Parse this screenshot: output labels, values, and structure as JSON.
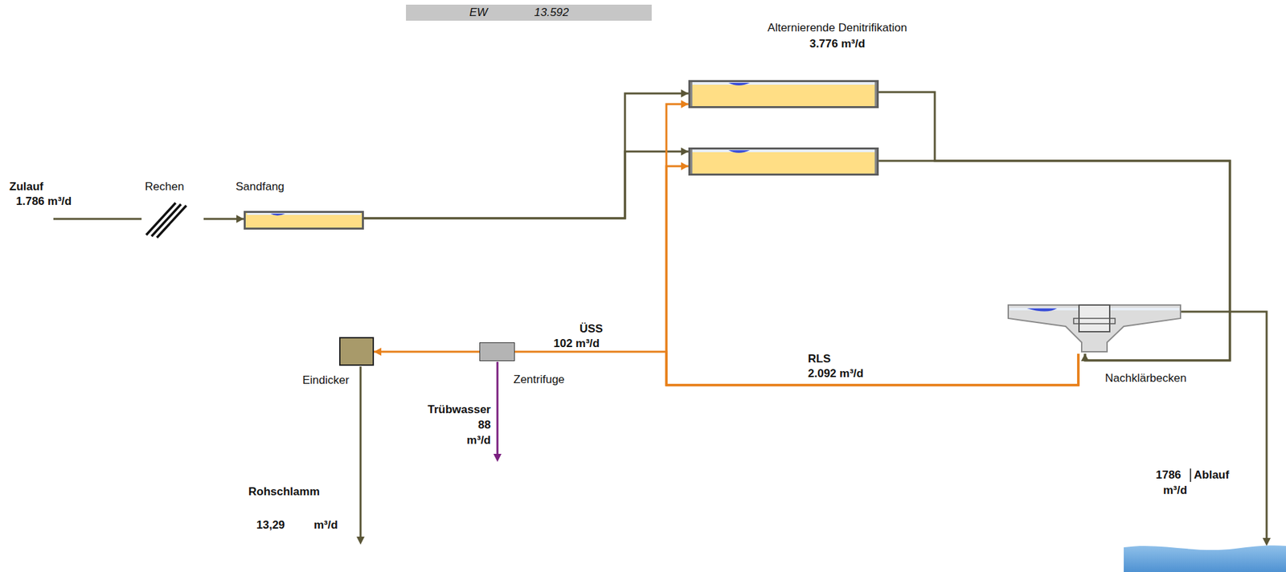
{
  "diagram": {
    "nodes": [
      {
        "text": [
          "Rechen"
        ]
      },
      {
        "text": [
          "Sandfang"
        ]
      },
      {
        "text": [
          "Alternierende Denitrifikation",
          "3.776 m³/d"
        ]
      },
      {
        "text": []
      },
      {
        "text": [
          "Nachklärbecken"
        ]
      },
      {
        "text": [
          "Zentrifuge"
        ]
      },
      {
        "text": [
          "Eindicker"
        ]
      }
    ],
    "edges": [
      {
        "from": 0,
        "to": 1,
        "arrow": "to"
      },
      {
        "from": 1,
        "to": 2,
        "arrow": "to"
      },
      {
        "from": 1,
        "to": 3,
        "arrow": "to"
      },
      {
        "from": 2,
        "to": 4,
        "arrow": "to"
      },
      {
        "from": 3,
        "to": 4,
        "arrow": "none"
      },
      {
        "from": 4,
        "to": 2,
        "arrow": "to"
      },
      {
        "from": 4,
        "to": 3,
        "arrow": "to"
      },
      {
        "from": 4,
        "to": 5,
        "arrow": "none"
      },
      {
        "from": 5,
        "to": 6,
        "arrow": "to"
      }
    ],
    "labels": [
      "EW",
      "13.592",
      "Zulauf",
      "1.786 m³/d",
      "ÜSS",
      "102 m³/d",
      "RLS",
      "2.092 m³/d",
      "Trübwasser",
      "88",
      "m³/d",
      "Rohschlamm",
      "13,29",
      "m³/d",
      "1786",
      "Ablauf",
      "m³/d"
    ]
  }
}
